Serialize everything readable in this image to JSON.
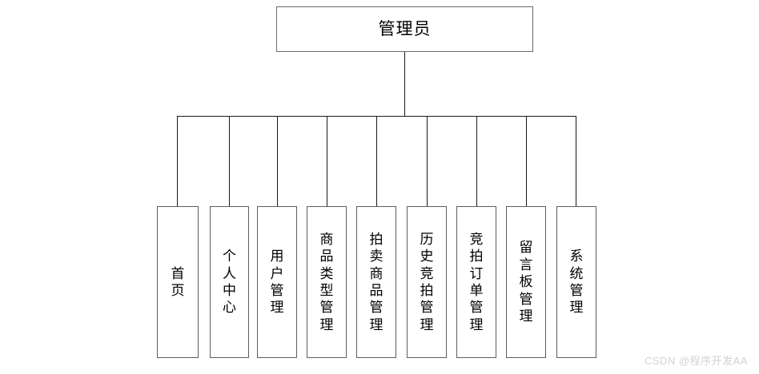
{
  "diagram": {
    "type": "organization-tree",
    "root": {
      "label": "管理员"
    },
    "leaves": [
      {
        "label": "首页"
      },
      {
        "label": "个人中心"
      },
      {
        "label": "用户管理"
      },
      {
        "label": "商品类型管理"
      },
      {
        "label": "拍卖商品管理"
      },
      {
        "label": "历史竞拍管理"
      },
      {
        "label": "竞拍订单管理"
      },
      {
        "label": "留言板管理"
      },
      {
        "label": "系统管理"
      }
    ],
    "colors": {
      "background": "#ffffff",
      "box_border": "#5e5e5e",
      "root_border": "#6b6b6b",
      "connector": "#1a1a1a",
      "text": "#000000",
      "watermark": "#d2d2d2"
    }
  },
  "watermark": {
    "text": "CSDN @程序开发AA"
  }
}
